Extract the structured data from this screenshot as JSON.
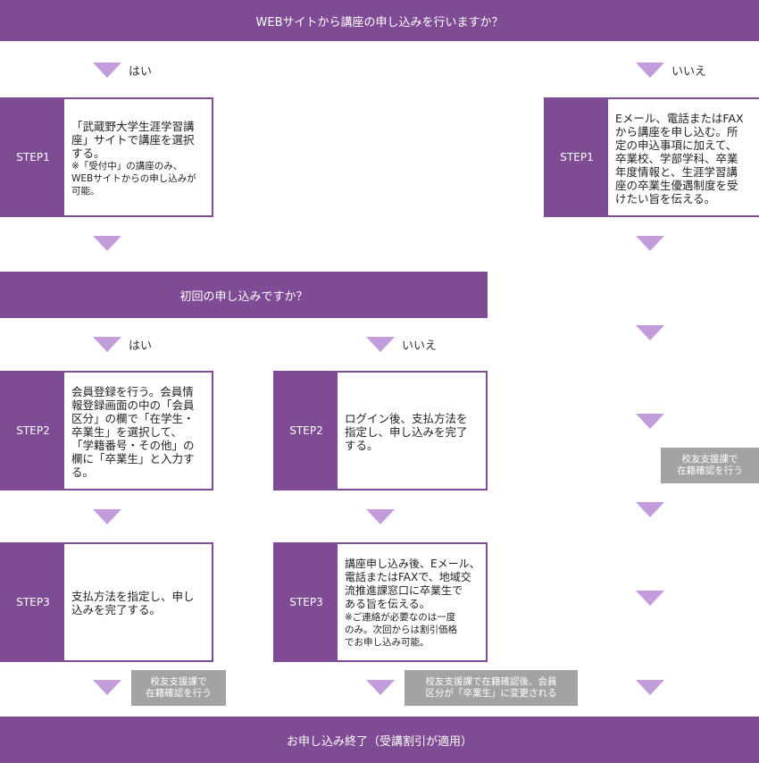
{
  "top_question": "WEBサイトから講座の申し込みを行いますか？",
  "yes_label": "はい",
  "no_label": "いいえ",
  "web": {
    "step1": {
      "label": "STEP1",
      "lines": [
        "「武蔵野大学生涯学習講",
        "座」サイトで講座を選択",
        "する。"
      ],
      "note_lines": [
        "※「受付中」の講座のみ、",
        "WEBサイトからの申し込みが",
        "可能。"
      ]
    },
    "first_question": "初回の申し込みですか？",
    "first": {
      "step2": {
        "label": "STEP2",
        "lines": [
          "会員登録を行う。会員情",
          "報登録画面の中の「会員",
          "区分」の欄で「在学生・",
          "卒業生」を選択して、",
          "「学籍番号・その他」の",
          "欄に「卒業生」と入力す",
          "る。"
        ]
      },
      "step3": {
        "label": "STEP3",
        "lines": [
          "支払方法を指定し、申し",
          "込みを完了する。"
        ]
      },
      "note_lines": [
        "校友支援課で",
        "在籍確認を行う"
      ]
    },
    "repeat": {
      "step2": {
        "label": "STEP2",
        "lines": [
          "ログイン後、支払方法を",
          "指定し、申し込みを完了",
          "する。"
        ]
      },
      "step3": {
        "label": "STEP3",
        "lines": [
          "講座申し込み後、Eメール、",
          "電話またはFAXで、地域交",
          "流推進課窓口に卒業生で",
          "ある旨を伝える。"
        ],
        "note_lines": [
          "※ご連絡が必要なのは一度",
          "のみ。次回からは割引価格",
          "でお申し込み可能。"
        ]
      },
      "note_lines": [
        "校友支援課で在籍確認後、会員",
        "区分が「卒業生」に変更される"
      ]
    }
  },
  "offline": {
    "step1": {
      "label": "STEP1",
      "lines": [
        "Eメール、電話またはFAX",
        "から講座を申し込む。所",
        "定の申込事項に加えて、",
        "卒業校、学部学科、卒業",
        "年度情報と、生涯学習講",
        "座の卒業生優遇制度を受",
        "けたい旨を伝える。"
      ]
    },
    "note_lines": [
      "校友支援課で",
      "在籍確認を行う"
    ]
  },
  "end_banner": "お申し込み終了（受講割引が適用）"
}
